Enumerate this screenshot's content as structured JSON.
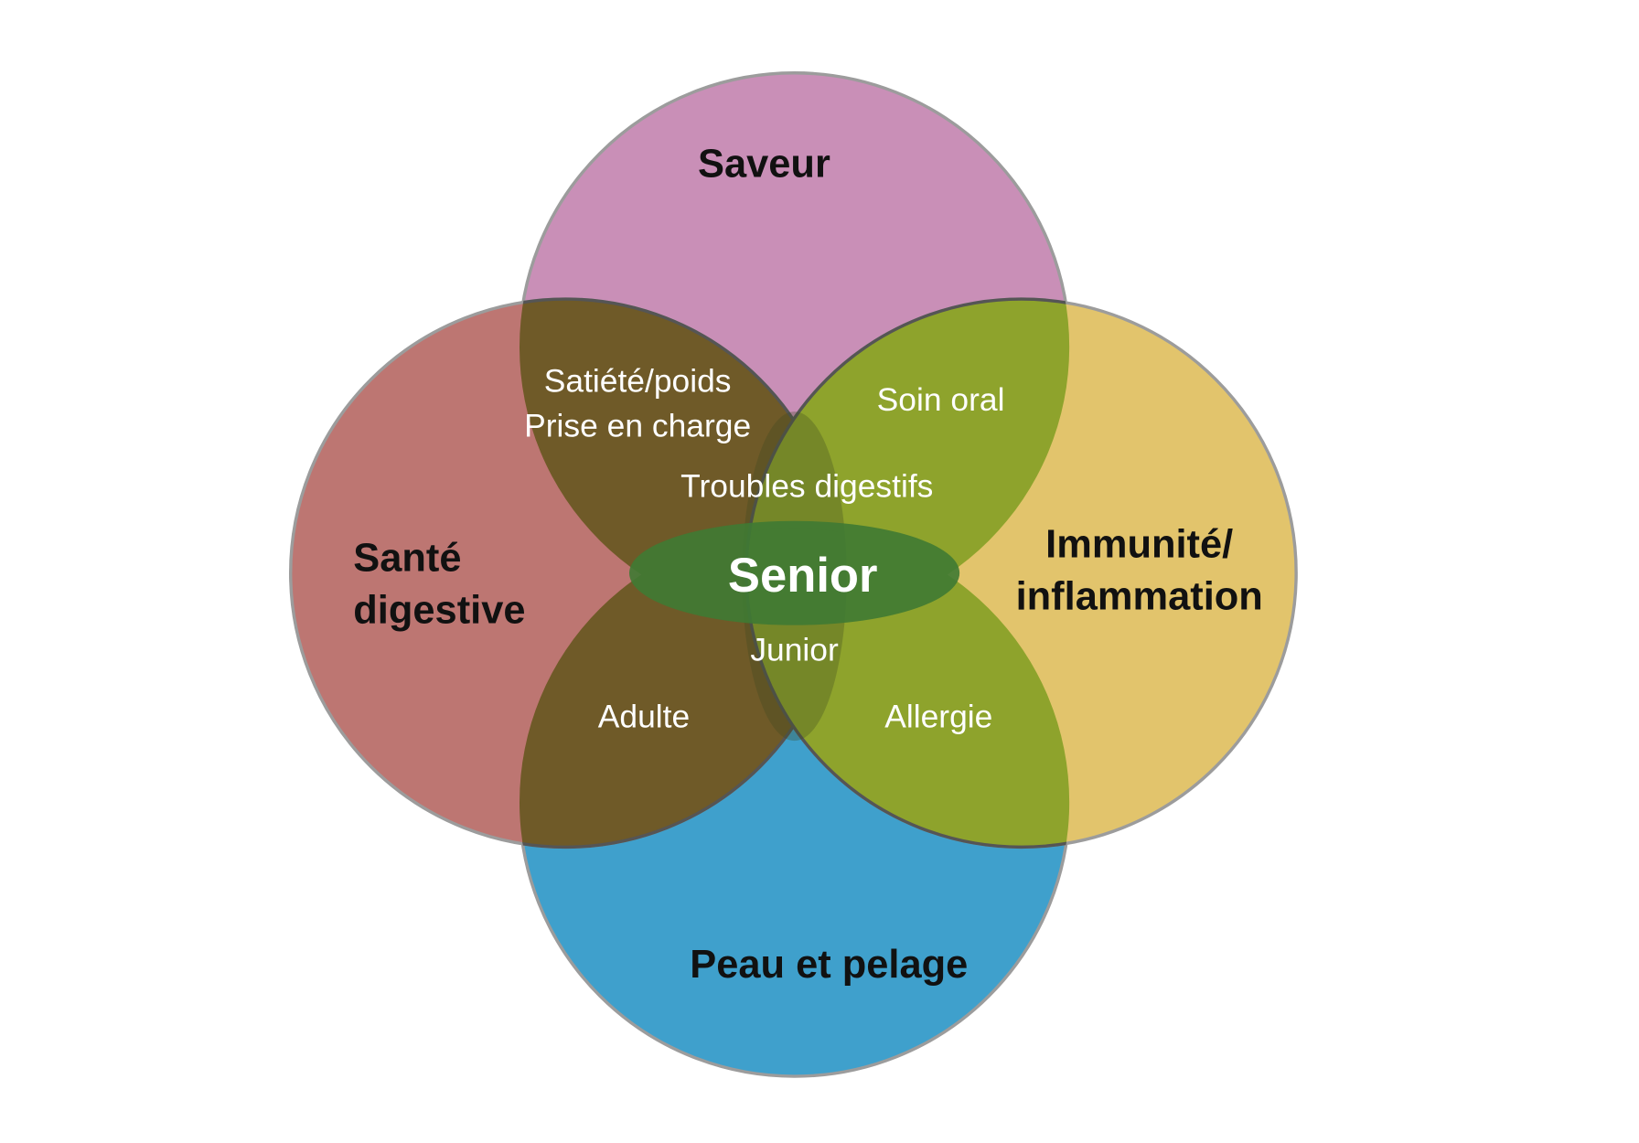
{
  "diagram": {
    "type": "venn",
    "sets": {
      "top": {
        "label": "Saveur",
        "color": "#c98fb7"
      },
      "left": {
        "label_line1": "Santé",
        "label_line2": "digestive",
        "color": "#bd7672"
      },
      "right": {
        "label_line1": "Immunité/",
        "label_line2": "inflammation",
        "color": "#e2c46c"
      },
      "bottom": {
        "label": "Peau et pelage",
        "color": "#3fa0cc"
      }
    },
    "overlaps": {
      "top_left_line1": "Satiété/poids",
      "top_left_line2": "Prise en charge",
      "top_right": "Soin oral",
      "vertical_upper": "Troubles digestifs",
      "center": "Senior",
      "vertical_lower": "Junior",
      "bottom_left": "Adulte",
      "bottom_right": "Allergie"
    },
    "overlap_colors": {
      "brown": "#6f5a28",
      "green": "#8ea32c",
      "center": "#3f7a33"
    }
  }
}
